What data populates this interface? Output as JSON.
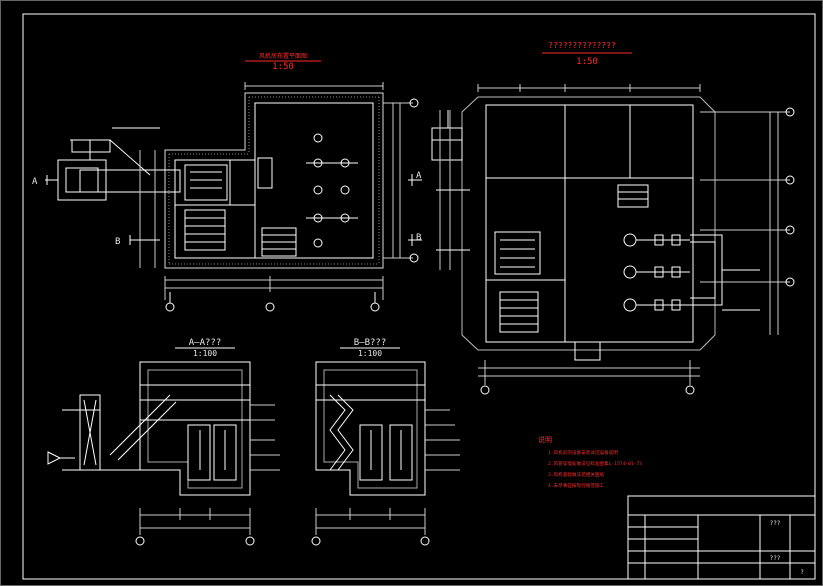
{
  "titles": {
    "plan_left": {
      "name": "风机房布置平面图",
      "scale": "1:50"
    },
    "plan_right": {
      "name": "??????????????",
      "scale": "1:50"
    },
    "section_a": {
      "name": "A—A???",
      "scale": "1:100"
    },
    "section_b": {
      "name": "B—B???",
      "scale": "1:100"
    }
  },
  "markers": {
    "a": "A",
    "b": "B"
  },
  "notes": {
    "heading": "说明",
    "items": [
      "1.风机房内设备安装详见设备说明",
      "2.风管穿墙处做法见标准图集L-1574-01-73",
      "3.风机基础做法见相关图纸",
      "4.未尽事宜按现行规范施工"
    ]
  },
  "title_block": {
    "drawing_no": "???",
    "date": "???",
    "sheet": "?"
  },
  "colors": {
    "background": "#000000",
    "lines": "#ffffff",
    "titles": "#ff2a2a",
    "dims": "#d8d8d8"
  }
}
